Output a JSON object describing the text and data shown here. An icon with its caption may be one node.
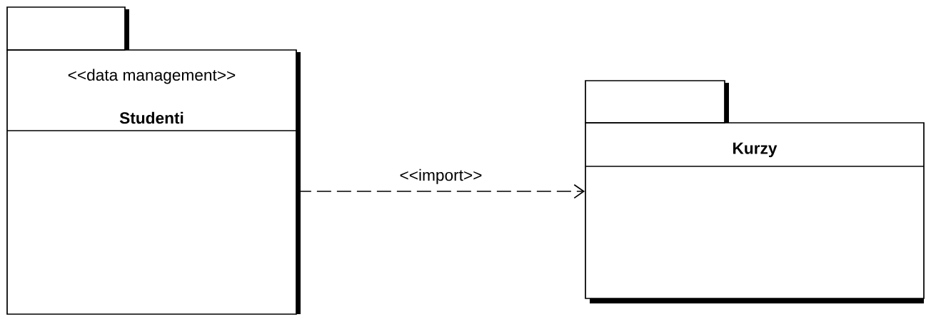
{
  "diagram": {
    "nodes": [
      {
        "text": [
          "<<data management>>",
          "Studenti"
        ]
      },
      {
        "text": [
          "Kurzy"
        ]
      }
    ],
    "edges": [
      {
        "from": 0,
        "to": 1,
        "arrow": "to",
        "style": "dashed",
        "label": "<<import>>"
      }
    ]
  }
}
